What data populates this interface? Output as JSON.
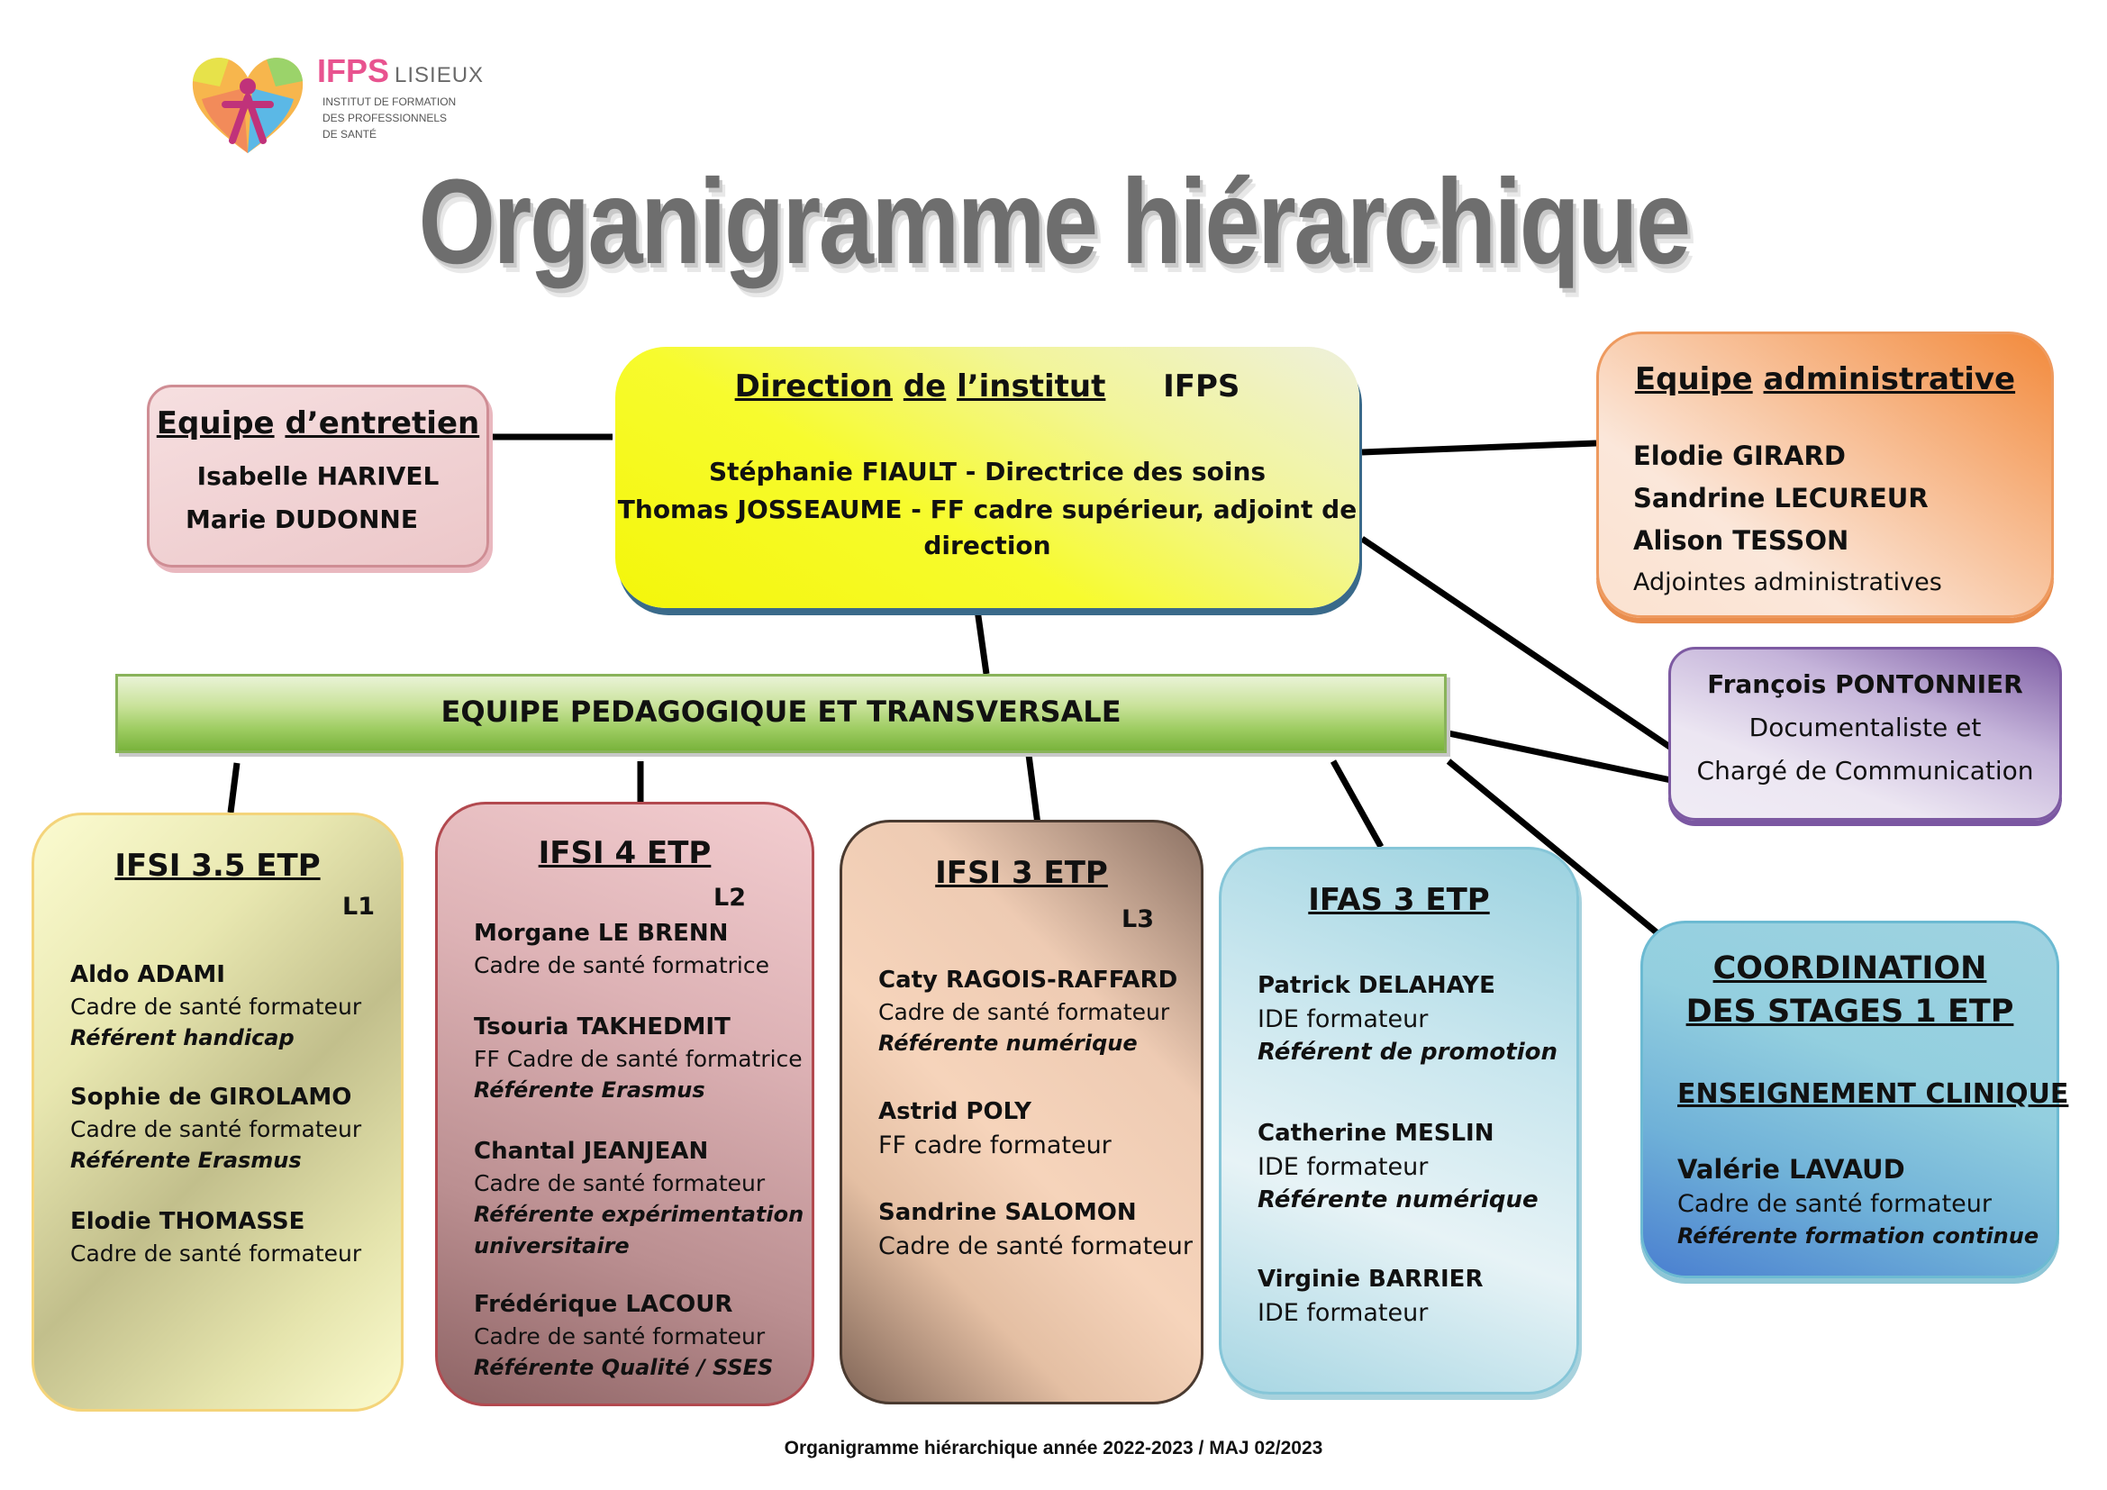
{
  "logo": {
    "brand": "IFPS",
    "city": "LISIEUX",
    "subtitle_lines": [
      "INSTITUT DE FORMATION",
      "DES PROFESSIONNELS",
      "DE SANTÉ"
    ]
  },
  "title": "Organigramme hiérarchique",
  "direction": {
    "title_words": [
      "Direction",
      "de",
      "l’institut",
      "IFPS"
    ],
    "line1": "Stéphanie FIAULT -  Directrice des soins",
    "line2": "Thomas JOSSEAUME - FF cadre supérieur, adjoint de",
    "line3": "direction"
  },
  "entretien": {
    "title_words": [
      "Equipe",
      "d’entretien"
    ],
    "members": [
      "Isabelle HARIVEL",
      "Marie DUDONNE"
    ]
  },
  "admin": {
    "title_words": [
      "Equipe",
      "administrative"
    ],
    "members": [
      "Elodie GIRARD",
      "Sandrine LECUREUR",
      "Alison TESSON"
    ],
    "role": "Adjointes administratives"
  },
  "banner": "EQUIPE PEDAGOGIQUE ET TRANSVERSALE",
  "documentaliste": {
    "name": "François PONTONNIER",
    "line1": "Documentaliste et",
    "line2": "Chargé de Communication"
  },
  "ifsi35": {
    "title": "IFSI 3.5 ETP",
    "level": "L1",
    "people": [
      {
        "name": "Aldo ADAMI",
        "role": "Cadre de santé formateur",
        "ref": "Référent handicap"
      },
      {
        "name": "Sophie de GIROLAMO",
        "role": "Cadre de santé formateur",
        "ref": "Référente Erasmus"
      },
      {
        "name": "Elodie THOMASSE",
        "role": "Cadre de santé formateur"
      }
    ]
  },
  "ifsi4": {
    "title": "IFSI 4 ETP",
    "level": "L2",
    "people": [
      {
        "name": "Morgane LE BRENN",
        "role": "Cadre de santé formatrice"
      },
      {
        "name": "Tsouria TAKHEDMIT",
        "role": "FF Cadre de santé formatrice",
        "ref": "Référente Erasmus"
      },
      {
        "name": "Chantal JEANJEAN",
        "role": "Cadre de santé formateur",
        "ref": "Référente expérimentation",
        "ref2": "universitaire"
      },
      {
        "name": "Frédérique LACOUR",
        "role": "Cadre de santé formateur",
        "ref": "Référente Qualité / SSES"
      }
    ]
  },
  "ifsi3": {
    "title": "IFSI 3 ETP",
    "level": "L3",
    "people": [
      {
        "name": "Caty RAGOIS-RAFFARD",
        "role": "Cadre de santé formateur",
        "ref": "Référente numérique"
      },
      {
        "name": "Astrid POLY",
        "role": "FF cadre formateur"
      },
      {
        "name": "Sandrine SALOMON",
        "role": "Cadre de santé formateur"
      }
    ]
  },
  "ifas": {
    "title": "IFAS 3 ETP",
    "people": [
      {
        "name": "Patrick DELAHAYE",
        "role": "IDE formateur",
        "ref": "Référent de promotion"
      },
      {
        "name": "Catherine MESLIN",
        "role": "IDE formateur",
        "ref": "Référente numérique"
      },
      {
        "name": "Virginie BARRIER",
        "role": "IDE formateur"
      }
    ]
  },
  "coordination": {
    "title_line1": "COORDINATION",
    "title_line2": "DES STAGES 1 ETP",
    "subtitle": "ENSEIGNEMENT CLINIQUE",
    "name": "Valérie LAVAUD",
    "role": "Cadre de santé formateur",
    "ref": "Référente formation continue"
  },
  "footer": "Organigramme hiérarchique année 2022-2023 / MAJ 02/2023"
}
